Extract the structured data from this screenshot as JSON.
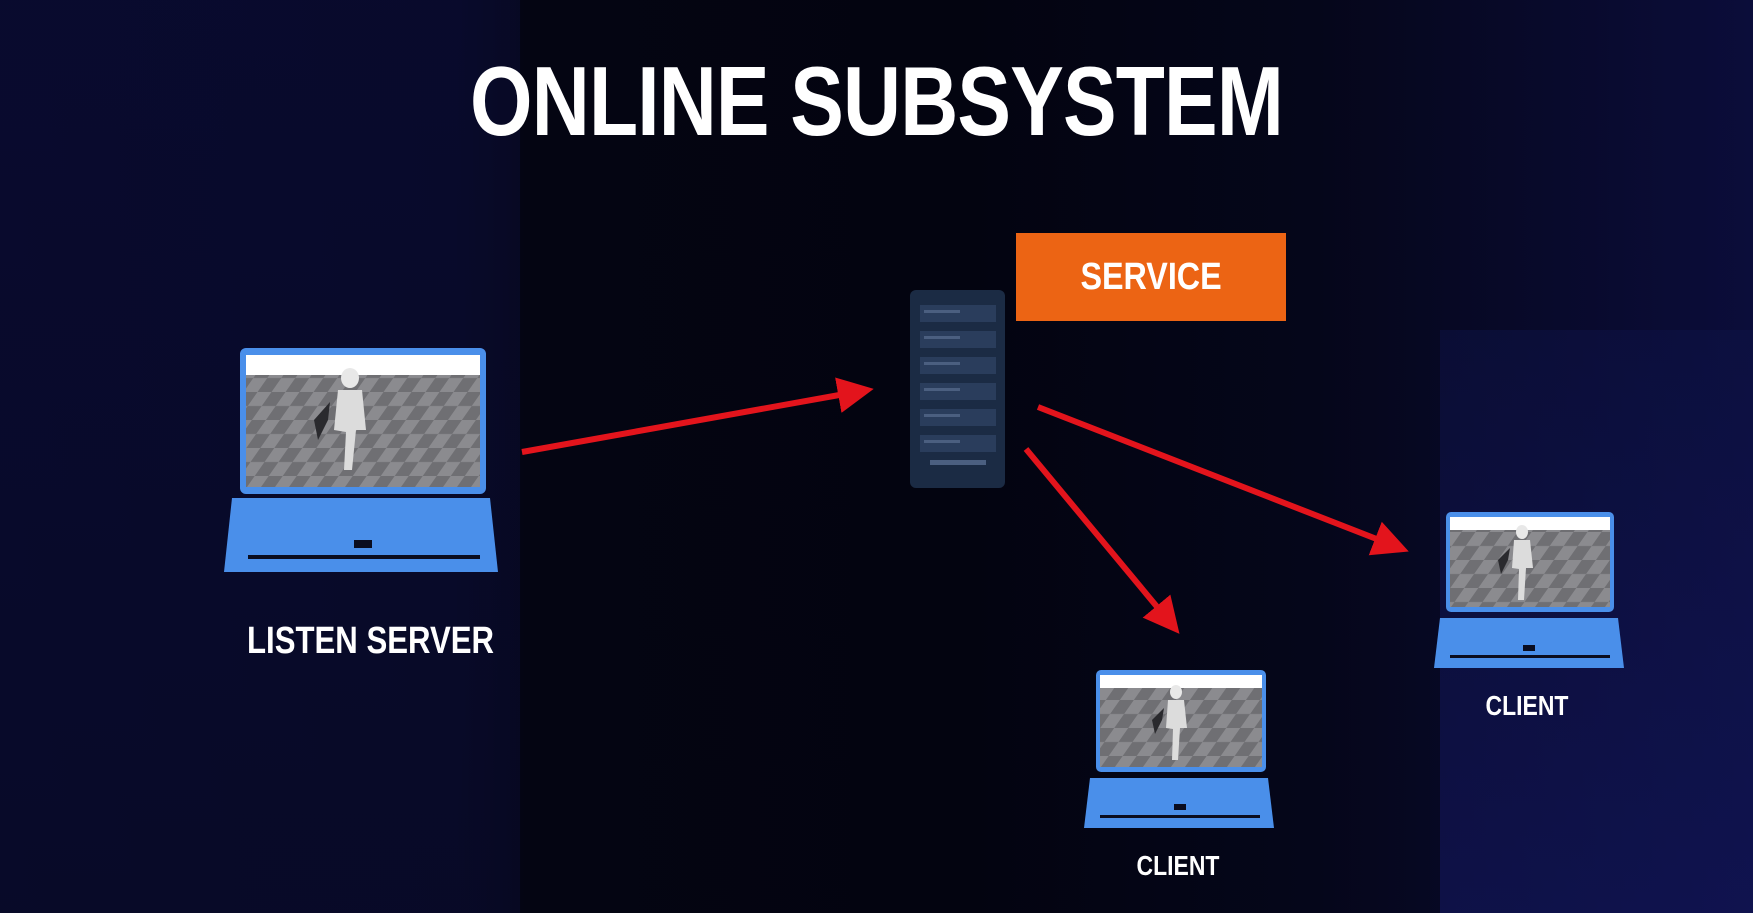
{
  "title": "ONLINE SUBSYSTEM",
  "service": {
    "label": "SERVICE",
    "color": "#ec6414"
  },
  "nodes": {
    "listen_server": {
      "label": "LISTEN SERVER",
      "icon": "laptop-icon"
    },
    "server_rack": {
      "icon": "server-rack-icon"
    },
    "client_right": {
      "label": "CLIENT",
      "icon": "laptop-icon"
    },
    "client_bottom": {
      "label": "CLIENT",
      "icon": "laptop-icon"
    }
  },
  "colors": {
    "background": "#050714",
    "laptop": "#4a8fea",
    "arrow": "#e3141c",
    "server": "#1b2b44",
    "text": "#ffffff"
  }
}
